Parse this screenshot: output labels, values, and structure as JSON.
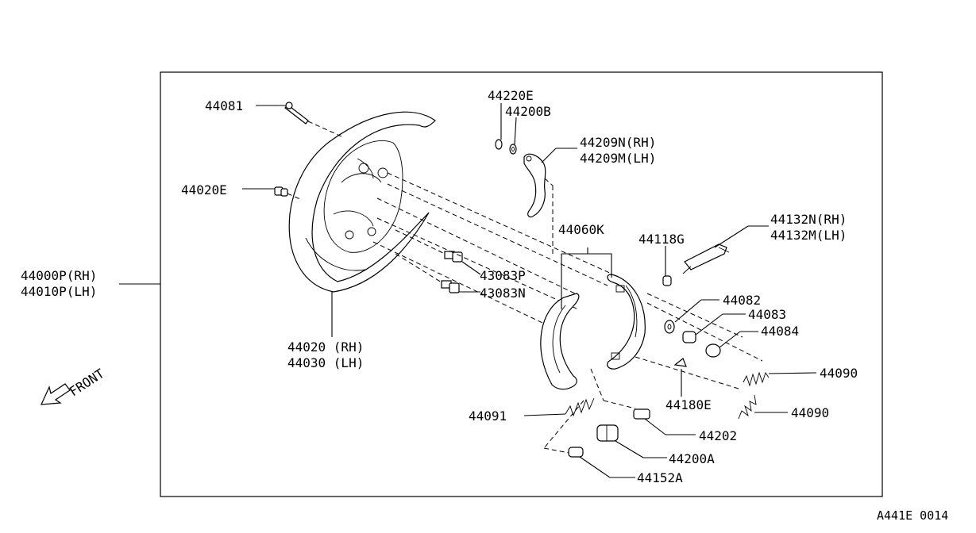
{
  "diagram": {
    "figure_code": "A441E 0014",
    "front_label": "FRONT",
    "labels": {
      "p44081": "44081",
      "p44020e": "44020E",
      "p44000p": "44000P(RH)",
      "p44010p": "44010P(LH)",
      "p44020": "44020 (RH)",
      "p44030": "44030 (LH)",
      "p44220e": "44220E",
      "p44200b": "44200B",
      "p44209n": "44209N(RH)",
      "p44209m": "44209M(LH)",
      "p44060k": "44060K",
      "p44118g": "44118G",
      "p44132n": "44132N(RH)",
      "p44132m": "44132M(LH)",
      "p43083p": "43083P",
      "p43083n": "43083N",
      "p44082": "44082",
      "p44083": "44083",
      "p44084": "44084",
      "p44090a": "44090",
      "p44090b": "44090",
      "p44180e": "44180E",
      "p44091": "44091",
      "p44202": "44202",
      "p44200a": "44200A",
      "p44152a": "44152A"
    }
  }
}
